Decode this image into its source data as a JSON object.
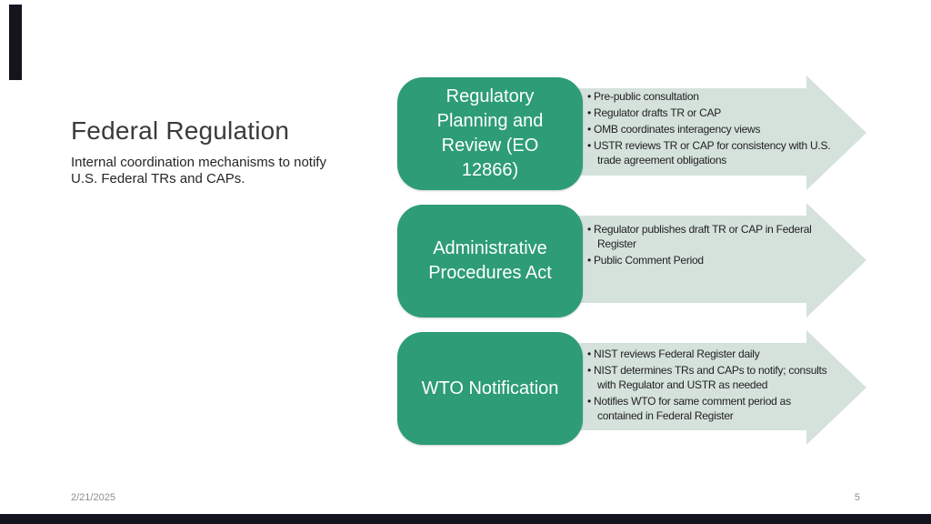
{
  "slide": {
    "title": "Federal Regulation",
    "subtitle": "Internal coordination mechanisms to notify U.S. Federal TRs and CAPs.",
    "footer": {
      "date": "2/21/2025",
      "page_number": "5"
    }
  },
  "process": {
    "steps": [
      {
        "label": "Regulatory\nPlanning and\nReview (EO\n12866)",
        "bullets": [
          "Pre-public consultation",
          "Regulator drafts TR or CAP",
          "OMB coordinates interagency views",
          "USTR reviews TR or CAP for consistency with U.S. trade agreement obligations"
        ]
      },
      {
        "label": "Administrative\nProcedures Act",
        "bullets": [
          "Regulator publishes draft TR or CAP in Federal Register",
          "Public Comment Period"
        ]
      },
      {
        "label": "WTO Notification",
        "bullets": [
          "NIST reviews Federal Register daily",
          "NIST determines TRs and CAPs to notify; consults with Regulator and USTR as needed",
          "Notifies WTO for same comment period as contained in Federal Register"
        ]
      }
    ]
  },
  "colors": {
    "box_green": "#2d9c77",
    "arrow_fill": "#d5e2dc",
    "accent_bar": "#14141f",
    "title_text": "#3b3b3b",
    "body_text": "#1f1f1f",
    "footer_text": "#8f8f8f"
  }
}
